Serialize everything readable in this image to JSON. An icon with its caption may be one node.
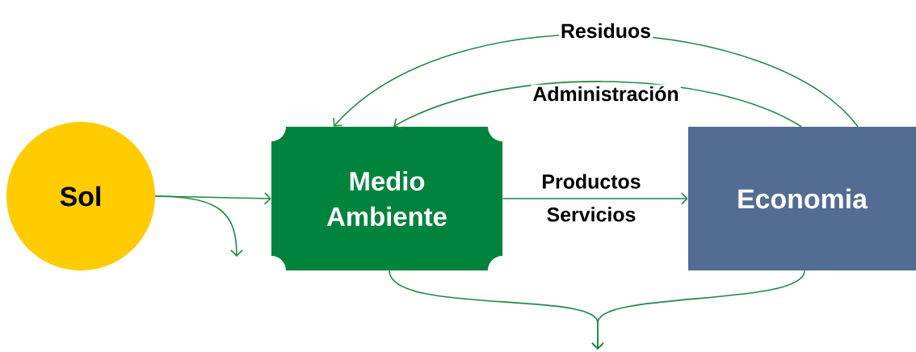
{
  "diagram": {
    "nodes": [
      {
        "text": [
          "Sol"
        ]
      },
      {
        "text": [
          "Medio Ambiente"
        ]
      },
      {
        "text": [
          "Economia"
        ]
      }
    ],
    "edges": [
      {
        "from": 0,
        "to": 1,
        "arrow": "to"
      },
      {
        "from": 0,
        "to": null,
        "arrow": "to"
      },
      {
        "from": 1,
        "to": 2,
        "arrow": "to",
        "label": "Productos Servicios"
      },
      {
        "from": 2,
        "to": 1,
        "arrow": "to",
        "label": "Residuos"
      },
      {
        "from": 2,
        "to": 1,
        "arrow": "to",
        "label": "Administración"
      },
      {
        "from": 1,
        "to": null,
        "arrow": "to"
      },
      {
        "from": 2,
        "to": null,
        "arrow": "to"
      }
    ]
  }
}
